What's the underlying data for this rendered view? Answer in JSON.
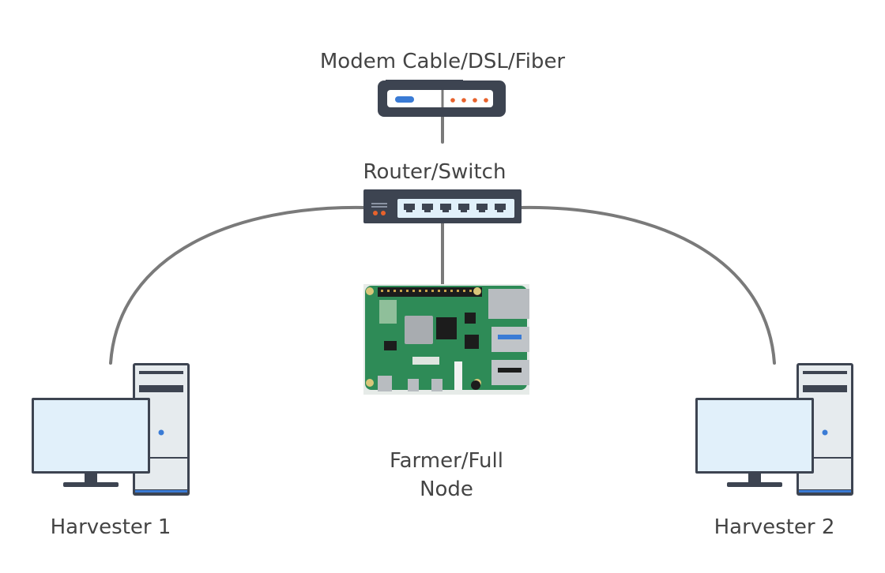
{
  "nodes": {
    "modem": {
      "label": "Modem Cable/DSL/Fiber",
      "icon": "modem-icon"
    },
    "router": {
      "label": "Router/Switch",
      "icon": "network-switch-icon"
    },
    "farmer": {
      "label_line1": "Farmer/Full",
      "label_line2": "Node",
      "icon": "raspberry-pi-board-icon"
    },
    "harvester1": {
      "label": "Harvester 1",
      "icon": "desktop-computer-icon"
    },
    "harvester2": {
      "label": "Harvester 2",
      "icon": "desktop-computer-icon"
    }
  },
  "connections": [
    {
      "from": "modem",
      "to": "router"
    },
    {
      "from": "router",
      "to": "farmer"
    },
    {
      "from": "router",
      "to": "harvester1"
    },
    {
      "from": "router",
      "to": "harvester2"
    }
  ],
  "colors": {
    "cable": "#7a7a7a",
    "device_dark": "#3d4451",
    "screen_fill": "#e1f0fa",
    "accent_blue": "#3a7bd5",
    "accent_orange": "#e8622c",
    "pcb_green": "#2e8b57"
  }
}
